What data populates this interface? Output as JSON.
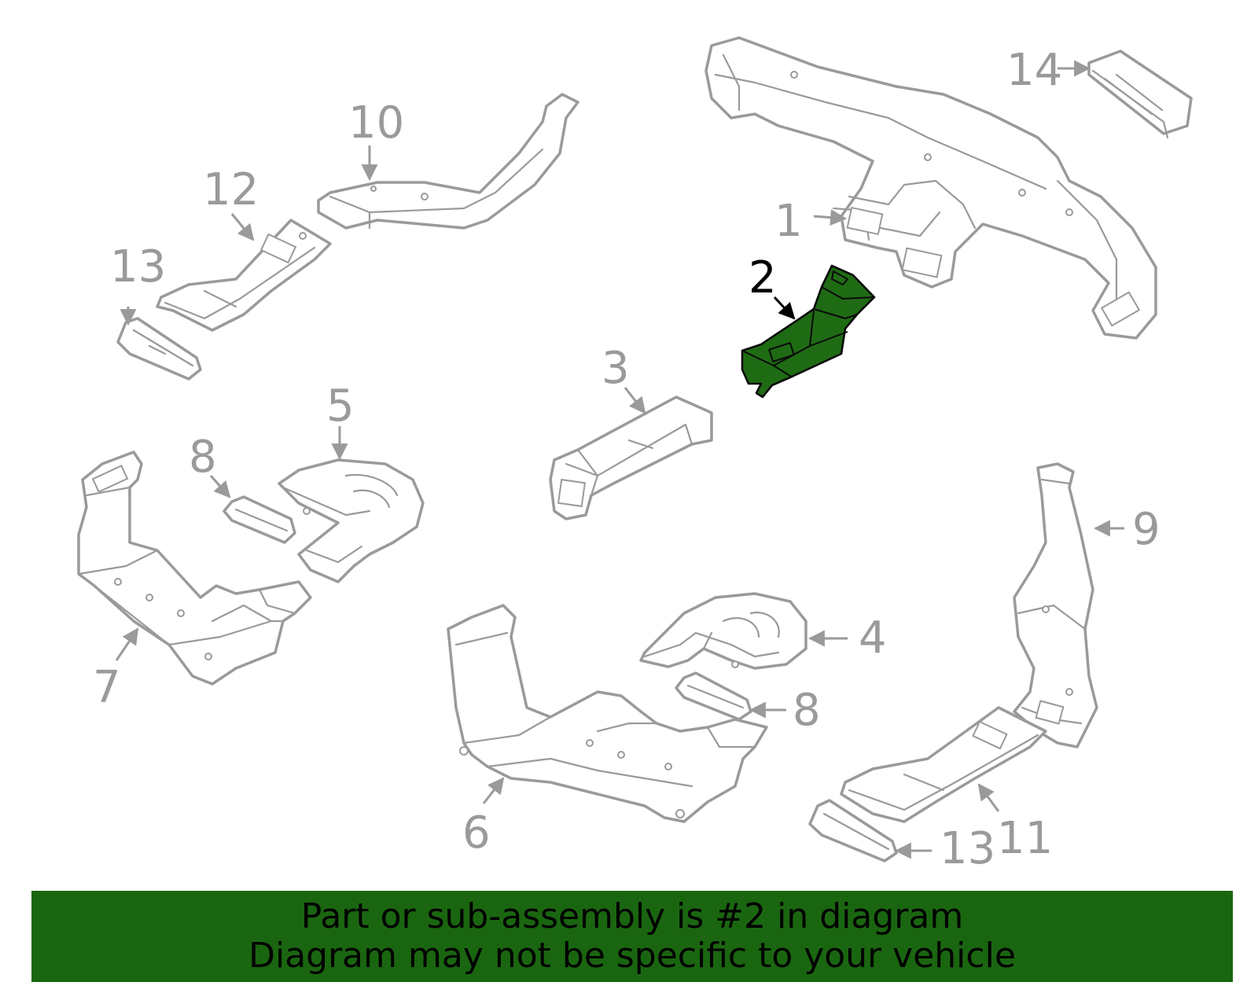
{
  "labels": {
    "p1": "1",
    "p2": "2",
    "p3": "3",
    "p4": "4",
    "p5": "5",
    "p6": "6",
    "p7": "7",
    "p8a": "8",
    "p8b": "8",
    "p9": "9",
    "p10": "10",
    "p11": "11",
    "p12": "12",
    "p13a": "13",
    "p13b": "13",
    "p14": "14"
  },
  "banner": {
    "line1": "Part or sub-assembly is #2 in diagram",
    "line2": "Diagram may not be specific to your vehicle"
  },
  "colors": {
    "highlight_fill": "#1f6b14",
    "banner_bg": "#1a6610",
    "outline": "#9a9a9a"
  }
}
